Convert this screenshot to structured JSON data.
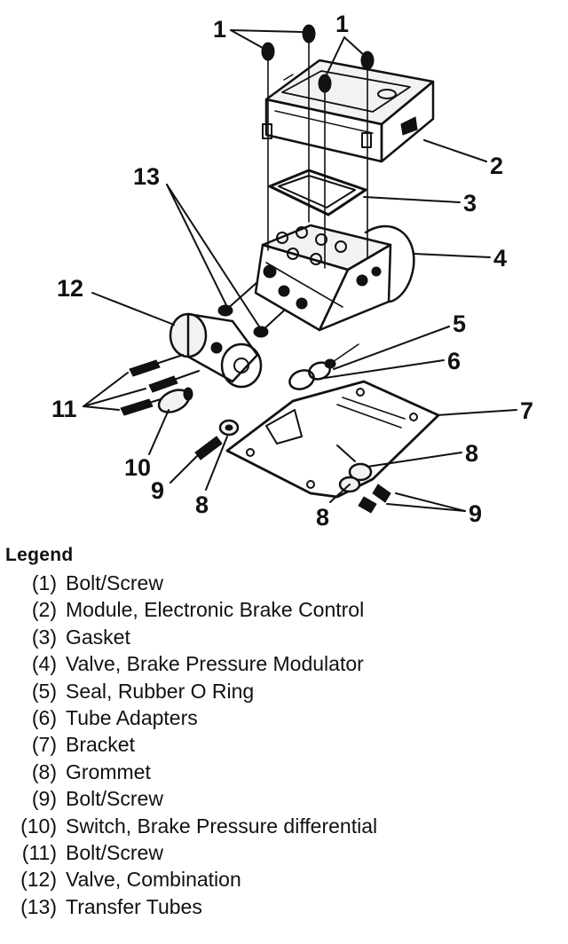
{
  "callouts": {
    "c1a": "1",
    "c1b": "1",
    "c2": "2",
    "c3": "3",
    "c4": "4",
    "c5": "5",
    "c6": "6",
    "c7": "7",
    "c8a": "8",
    "c8b": "8",
    "c8c": "8",
    "c9a": "9",
    "c9b": "9",
    "c10": "10",
    "c11": "11",
    "c12": "12",
    "c13": "13"
  },
  "legend": {
    "title": "Legend",
    "items": [
      {
        "num": "(1)",
        "text": "Bolt/Screw"
      },
      {
        "num": "(2)",
        "text": "Module, Electronic Brake Control"
      },
      {
        "num": "(3)",
        "text": "Gasket"
      },
      {
        "num": "(4)",
        "text": "Valve, Brake Pressure Modulator"
      },
      {
        "num": "(5)",
        "text": "Seal, Rubber O Ring"
      },
      {
        "num": "(6)",
        "text": "Tube Adapters"
      },
      {
        "num": "(7)",
        "text": "Bracket"
      },
      {
        "num": "(8)",
        "text": "Grommet"
      },
      {
        "num": "(9)",
        "text": "Bolt/Screw"
      },
      {
        "num": "(10)",
        "text": "Switch, Brake Pressure differential"
      },
      {
        "num": "(11)",
        "text": "Bolt/Screw"
      },
      {
        "num": "(12)",
        "text": "Valve, Combination"
      },
      {
        "num": "(13)",
        "text": "Transfer Tubes"
      }
    ]
  }
}
